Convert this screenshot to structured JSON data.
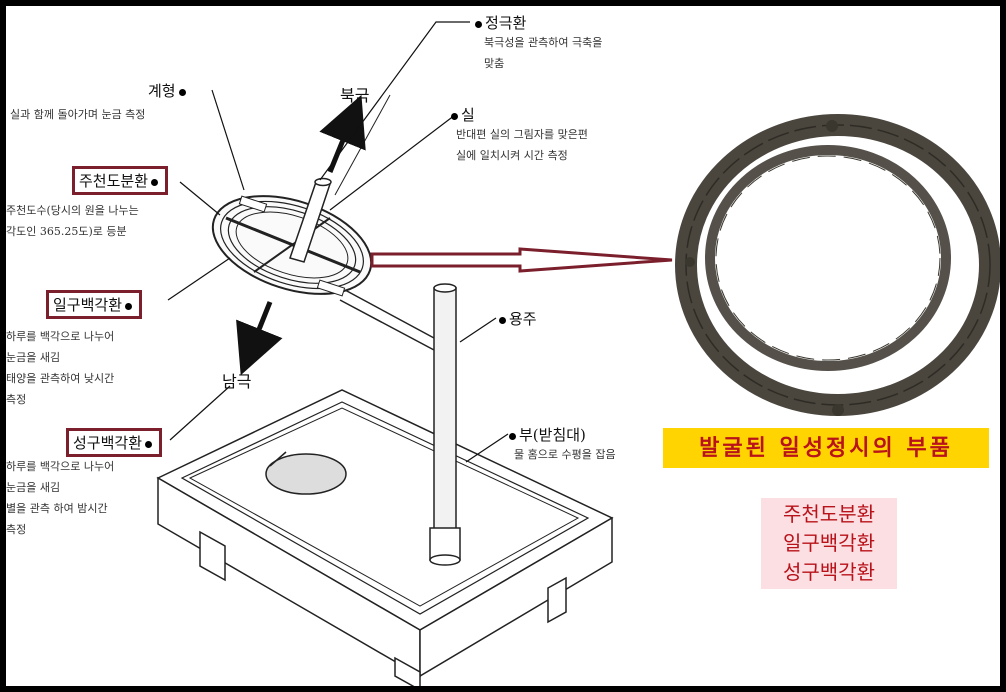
{
  "labels": {
    "jeonggeukhwan": {
      "name": "정극환",
      "desc": [
        "북극성을 관측하여 극축을",
        "맞춤"
      ]
    },
    "gyehyeong": {
      "name": "계형",
      "desc": [
        "실과 함께 돌아가며 눈금 측정"
      ]
    },
    "bukgeuk": "북극",
    "sil": {
      "name": "실",
      "desc": [
        "반대편 실의 그림자를 맞은편",
        "실에 일치시켜 시간 측정"
      ]
    },
    "jucheon": {
      "name": "주천도분환",
      "desc": [
        "주천도수(당시의 원을 나누는",
        "각도인 365.25도)로 등분"
      ]
    },
    "ilgu": {
      "name": "일구백각환",
      "desc": [
        "하루를 백각으로 나누어",
        "눈금을 새김",
        "태양을 관측하여 낮시간",
        "측정"
      ]
    },
    "namgeuk": "남극",
    "yongju": "용주",
    "seonggu": {
      "name": "성구백각환",
      "desc": [
        "하루를 백각으로 나누어",
        "눈금을 새김",
        "별을 관측 하여 밤시간",
        "측정"
      ]
    },
    "bu": {
      "name": "부(받침대)",
      "desc": [
        "물 홈으로 수평을 잡음"
      ]
    }
  },
  "banner": "발굴된 일성정시의 부품",
  "parts": [
    "주천도분환",
    "일구백각환",
    "성구백각환"
  ],
  "colors": {
    "box_border": "#7a1f2b",
    "banner_bg": "#ffd400",
    "banner_text": "#b8121a",
    "parts_bg": "#fcdfe3",
    "ring": "#4a463e"
  }
}
